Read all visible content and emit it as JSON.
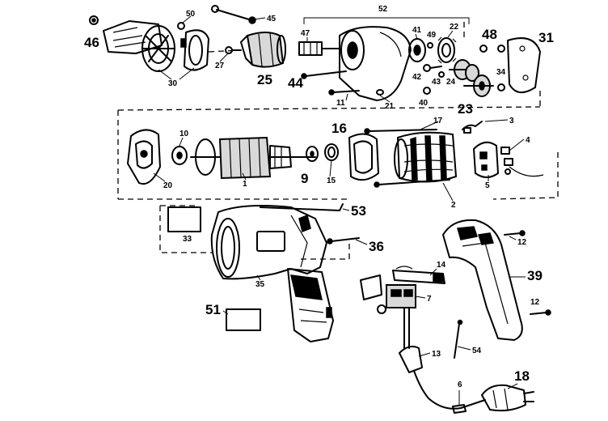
{
  "callouts": [
    {
      "id": "c46",
      "text": "46"
    },
    {
      "id": "c50",
      "text": "50"
    },
    {
      "id": "c45",
      "text": "45"
    },
    {
      "id": "c52",
      "text": "52"
    },
    {
      "id": "c47",
      "text": "47"
    },
    {
      "id": "c41",
      "text": "41"
    },
    {
      "id": "c49",
      "text": "49"
    },
    {
      "id": "c22",
      "text": "22"
    },
    {
      "id": "c48",
      "text": "48"
    },
    {
      "id": "c31",
      "text": "31"
    },
    {
      "id": "c30",
      "text": "30"
    },
    {
      "id": "c27",
      "text": "27"
    },
    {
      "id": "c25",
      "text": "25"
    },
    {
      "id": "c44",
      "text": "44"
    },
    {
      "id": "c11",
      "text": "11"
    },
    {
      "id": "c21",
      "text": "21"
    },
    {
      "id": "c42",
      "text": "42"
    },
    {
      "id": "c43",
      "text": "43"
    },
    {
      "id": "c24",
      "text": "24"
    },
    {
      "id": "c34",
      "text": "34"
    },
    {
      "id": "c40",
      "text": "40"
    },
    {
      "id": "c23",
      "text": "23"
    },
    {
      "id": "c16",
      "text": "16"
    },
    {
      "id": "c17",
      "text": "17"
    },
    {
      "id": "c3",
      "text": "3"
    },
    {
      "id": "c4",
      "text": "4"
    },
    {
      "id": "c10",
      "text": "10"
    },
    {
      "id": "c20",
      "text": "20"
    },
    {
      "id": "c1",
      "text": "1"
    },
    {
      "id": "c9",
      "text": "9"
    },
    {
      "id": "c15",
      "text": "15"
    },
    {
      "id": "c5",
      "text": "5"
    },
    {
      "id": "c2",
      "text": "2"
    },
    {
      "id": "c53",
      "text": "53"
    },
    {
      "id": "c33",
      "text": "33"
    },
    {
      "id": "c36",
      "text": "36"
    },
    {
      "id": "c12a",
      "text": "12"
    },
    {
      "id": "c35",
      "text": "35"
    },
    {
      "id": "c14",
      "text": "14"
    },
    {
      "id": "c39",
      "text": "39"
    },
    {
      "id": "c7",
      "text": "7"
    },
    {
      "id": "c51",
      "text": "51"
    },
    {
      "id": "c12b",
      "text": "12"
    },
    {
      "id": "c13",
      "text": "13"
    },
    {
      "id": "c54",
      "text": "54"
    },
    {
      "id": "c6",
      "text": "6"
    },
    {
      "id": "c18",
      "text": "18"
    }
  ]
}
